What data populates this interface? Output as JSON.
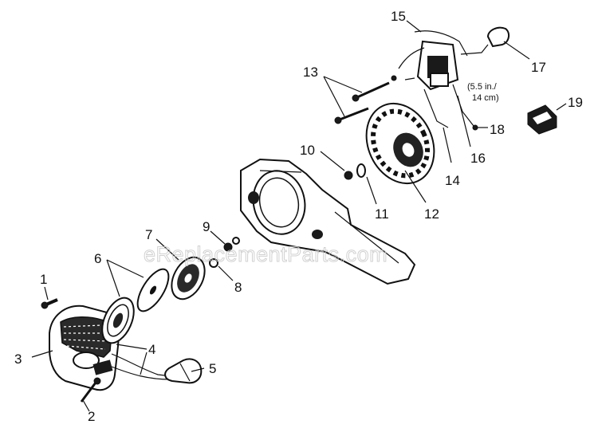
{
  "watermark": "eReplacementParts.com",
  "wire_note": [
    "(5.5 in./",
    "14 cm)"
  ],
  "callouts": [
    {
      "id": "1",
      "label": "1"
    },
    {
      "id": "2",
      "label": "2"
    },
    {
      "id": "3",
      "label": "3"
    },
    {
      "id": "4",
      "label": "4"
    },
    {
      "id": "5",
      "label": "5"
    },
    {
      "id": "6",
      "label": "6"
    },
    {
      "id": "7",
      "label": "7"
    },
    {
      "id": "8",
      "label": "8"
    },
    {
      "id": "9",
      "label": "9"
    },
    {
      "id": "10",
      "label": "10"
    },
    {
      "id": "11",
      "label": "11"
    },
    {
      "id": "12",
      "label": "12"
    },
    {
      "id": "13",
      "label": "13"
    },
    {
      "id": "14",
      "label": "14"
    },
    {
      "id": "15",
      "label": "15"
    },
    {
      "id": "16",
      "label": "16"
    },
    {
      "id": "17",
      "label": "17"
    },
    {
      "id": "18",
      "label": "18"
    },
    {
      "id": "19",
      "label": "19"
    }
  ]
}
